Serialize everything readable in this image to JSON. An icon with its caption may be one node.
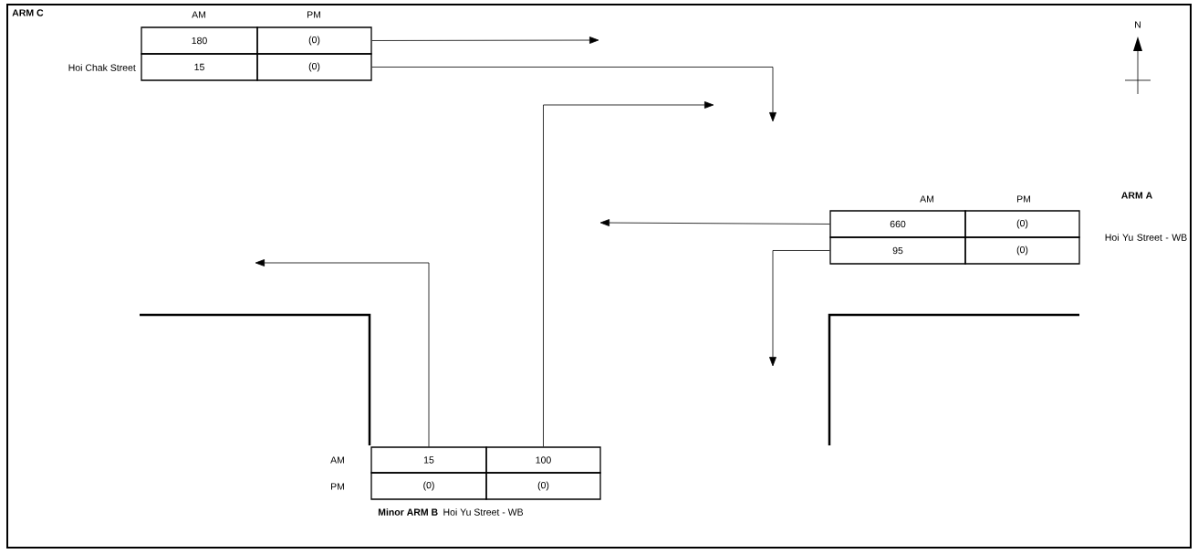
{
  "diagram": {
    "nodes": [
      {
        "text": [
          "180"
        ]
      },
      {
        "text": [
          "(0)"
        ]
      },
      {
        "text": [
          "15"
        ]
      },
      {
        "text": [
          "(0)"
        ]
      },
      {
        "text": [
          "660"
        ]
      },
      {
        "text": [
          "(0)"
        ]
      },
      {
        "text": [
          "95"
        ]
      },
      {
        "text": [
          "(0)"
        ]
      },
      {
        "text": [
          "15"
        ]
      },
      {
        "text": [
          "100"
        ]
      },
      {
        "text": [
          "(0)"
        ]
      },
      {
        "text": [
          "(0)"
        ]
      }
    ],
    "edges": [
      {
        "from": 1,
        "to": null,
        "arrow": "to"
      },
      {
        "from": 3,
        "to": null,
        "arrow": "to"
      },
      {
        "from": 4,
        "to": null,
        "arrow": "to"
      },
      {
        "from": 6,
        "to": null,
        "arrow": "to"
      },
      {
        "from": 8,
        "to": null,
        "arrow": "to"
      },
      {
        "from": 9,
        "to": null,
        "arrow": "to"
      }
    ],
    "labels": [
      "ARM C",
      "AM",
      "PM",
      "Hoi Chak Street",
      "N",
      "AM",
      "PM",
      "ARM A",
      "Hoi Yu Street - WB",
      "AM",
      "PM",
      "Minor ARM B",
      "Hoi Yu Street - WB"
    ]
  }
}
